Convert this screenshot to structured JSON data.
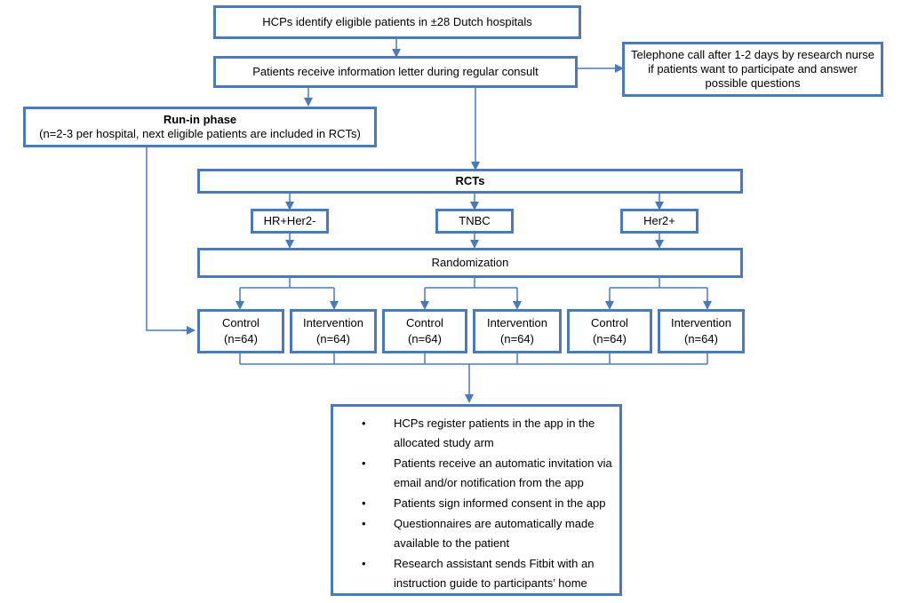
{
  "identify": "HCPs identify eligible patients in ±28 Dutch hospitals",
  "letter": "Patients receive information letter during regular consult",
  "telephone": "Telephone call after 1-2 days by research nurse if patients want to participate and answer possible questions",
  "runin": {
    "title": "Run-in phase",
    "detail": "(n=2-3 per hospital, next eligible patients are included in RCTs)"
  },
  "rcts": "RCTs",
  "subtypes": [
    "HR+Her2-",
    "TNBC",
    "Her2+"
  ],
  "randomization": "Randomization",
  "arms": [
    {
      "label": "Control",
      "n": "(n=64)"
    },
    {
      "label": "Intervention",
      "n": "(n=64)"
    },
    {
      "label": "Control",
      "n": "(n=64)"
    },
    {
      "label": "Intervention",
      "n": "(n=64)"
    },
    {
      "label": "Control",
      "n": "(n=64)"
    },
    {
      "label": "Intervention",
      "n": "(n=64)"
    }
  ],
  "steps": [
    "HCPs register patients in the app in the allocated study arm",
    "Patients receive an automatic invitation via email and/or notification from the app",
    "Patients sign informed consent in the app",
    "Questionnaires are automatically made available to the patient",
    "Research assistant sends Fitbit with an instruction guide to participants’ home"
  ],
  "colors": {
    "accent": "#4a7ab8"
  }
}
